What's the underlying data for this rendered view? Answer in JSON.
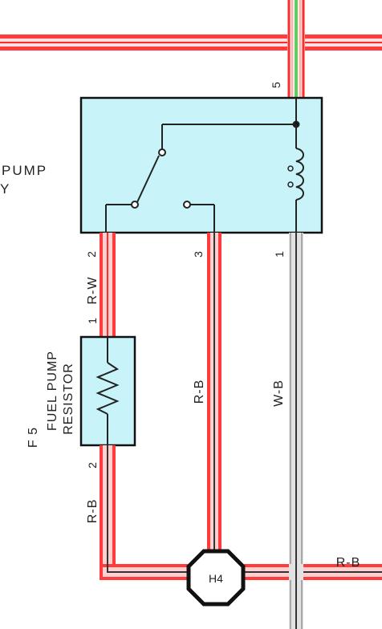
{
  "relay": {
    "name_partial": "PUMP",
    "name_partial_line2": "Y",
    "pins": {
      "top": "5",
      "left": "2",
      "middle": "3",
      "right": "1"
    }
  },
  "resistor": {
    "code": "F 5",
    "name_line1": "FUEL PUMP",
    "name_line2": "RESISTOR",
    "pin_top": "1",
    "pin_bottom": "2"
  },
  "wires": {
    "relay_to_resistor": "R-W",
    "middle": "R-B",
    "right": "W-B",
    "left_lower": "R-B",
    "to_right": "R-B"
  },
  "junction": {
    "label": "H4"
  },
  "colors": {
    "wire_red": "#ff2a2a",
    "wire_red_light": "#ffb0b0",
    "wire_black": "#333333",
    "wire_white_gray": "#bdbdbd",
    "wire_green": "#5ad05a",
    "component_fill": "#c8f3f8",
    "outline": "#111111"
  }
}
